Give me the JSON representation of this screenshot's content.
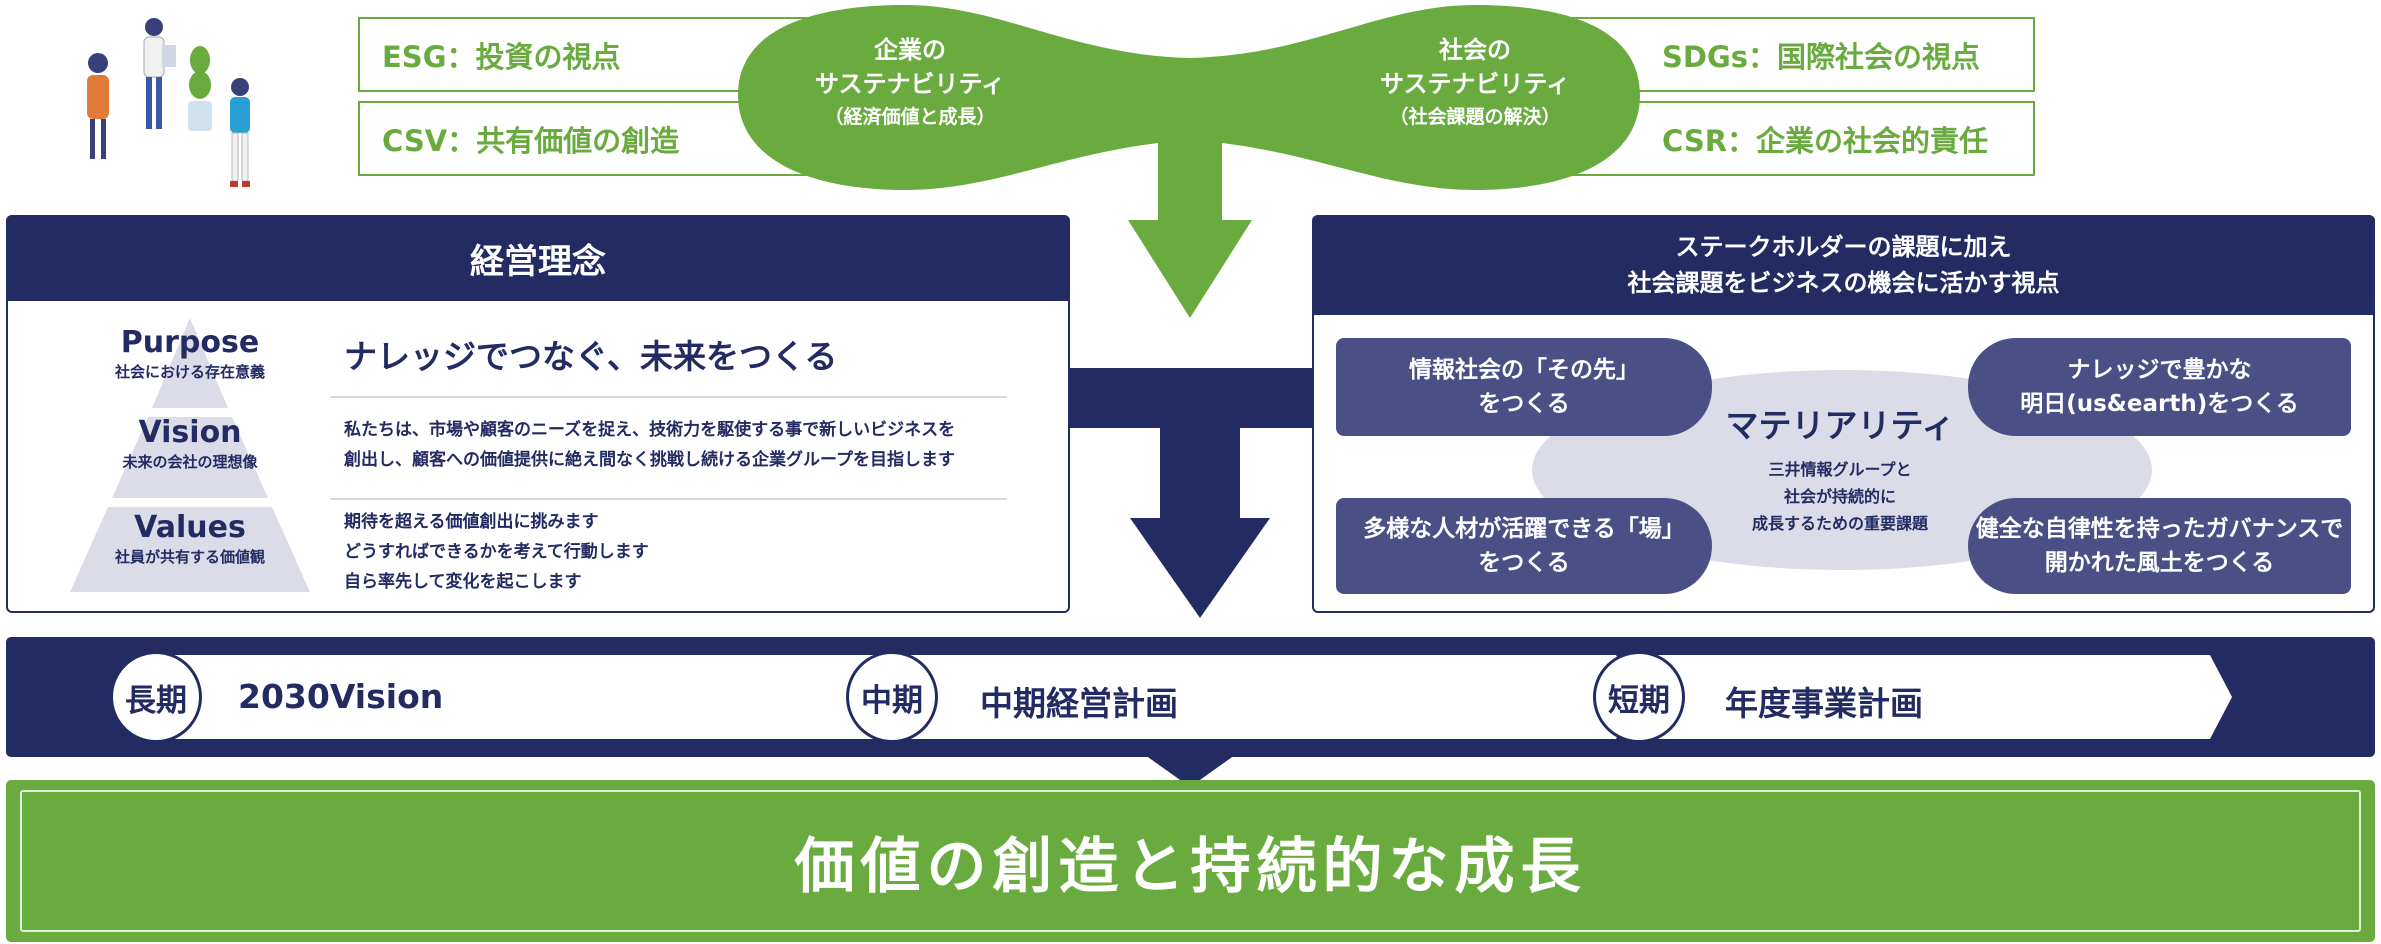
{
  "top": {
    "left_labels": [
      "ESG：投資の視点",
      "CSV：共有価値の創造"
    ],
    "right_labels": [
      "SDGs：国際社会の視点",
      "CSR：企業の社会的責任"
    ],
    "left_oval": {
      "line1": "企業の",
      "line2": "サステナビリティ",
      "line3": "（経済価値と成長）"
    },
    "right_oval": {
      "line1": "社会の",
      "line2": "サステナビリティ",
      "line3": "（社会課題の解決）"
    }
  },
  "philosophy": {
    "header": "経営理念",
    "pyramid": [
      {
        "title": "Purpose",
        "sub": "社会における存在意義"
      },
      {
        "title": "Vision",
        "sub": "未来の会社の理想像"
      },
      {
        "title": "Values",
        "sub": "社員が共有する価値観"
      }
    ],
    "purpose_text": "ナレッジでつなぐ、未来をつくる",
    "vision_text": [
      "私たちは、市場や顧客のニーズを捉え、技術力を駆使する事で新しいビジネスを",
      "創出し、顧客への価値提供に絶え間なく挑戦し続ける企業グループを目指します"
    ],
    "values_text": [
      "期待を超える価値創出に挑みます",
      "どうすればできるかを考えて行動します",
      "自ら率先して変化を起こします"
    ]
  },
  "materiality": {
    "header": [
      "ステークホルダーの課題に加え",
      "社会課題をビジネスの機会に活かす視点"
    ],
    "center_title": "マテリアリティ",
    "center_sub": [
      "三井情報グループと",
      "社会が持続的に",
      "成長するための重要課題"
    ],
    "boxes": [
      [
        "情報社会の「その先」",
        "をつくる"
      ],
      [
        "ナレッジで豊かな",
        "明日(us&earth)をつくる"
      ],
      [
        "多様な人材が活躍できる「場」",
        "をつくる"
      ],
      [
        "健全な自律性を持ったガバナンスで",
        "開かれた風土をつくる"
      ]
    ]
  },
  "plans": [
    {
      "term": "長期",
      "label": "2030Vision"
    },
    {
      "term": "中期",
      "label": "中期経営計画"
    },
    {
      "term": "短期",
      "label": "年度事業計画"
    }
  ],
  "bottom": {
    "text": "価値の創造と持続的な成長"
  },
  "colors": {
    "green": "#6aab3f",
    "navy": "#232b63",
    "mat_box": "#4a4f85",
    "mat_oval": "#dcdce8"
  }
}
